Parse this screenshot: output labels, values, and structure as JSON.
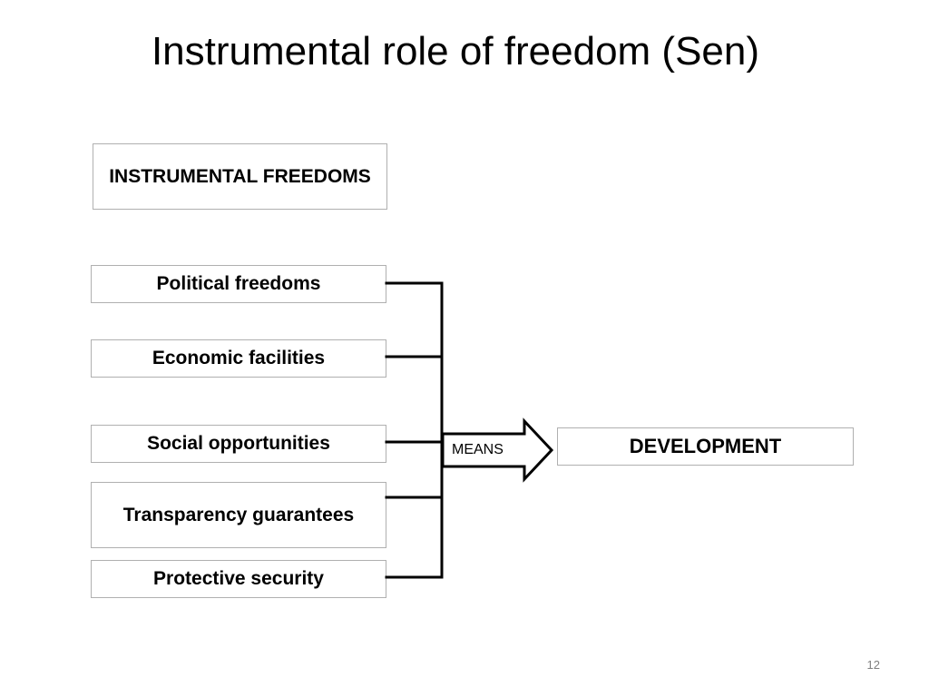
{
  "slide": {
    "title": "Instrumental role of freedom (Sen)",
    "page_number": "12"
  },
  "diagram": {
    "header": "INSTRUMENTAL FREEDOMS",
    "freedoms": [
      "Political freedoms",
      "Economic facilities",
      "Social opportunities",
      "Transparency guarantees",
      "Protective security"
    ],
    "arrow_label": "MEANS",
    "outcome": "DEVELOPMENT"
  },
  "colors": {
    "box_border": "#b0b0b0",
    "line": "#000000",
    "page_number": "#7f7f7f"
  }
}
